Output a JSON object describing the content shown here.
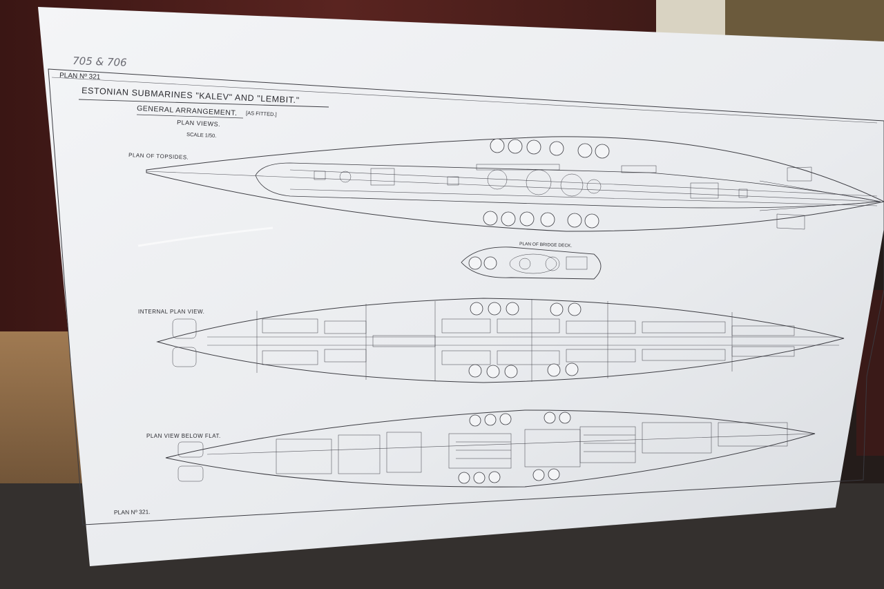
{
  "handwritten_note": "705 & 706",
  "plan_number_top": "PLAN Nº 321",
  "title": "ESTONIAN SUBMARINES \"KALEV\" AND \"LEMBIT.\"",
  "subtitle": "GENERAL ARRANGEMENT.",
  "subtitle_note": "[AS FITTED.]",
  "plan_views_label": "PLAN VIEWS.",
  "scale_label": "SCALE 1/50.",
  "views": {
    "topsides": "PLAN OF TOPSIDES.",
    "bridge_deck": "PLAN OF BRIDGE DECK.",
    "internal": "INTERNAL PLAN VIEW.",
    "below_flat": "PLAN VIEW BELOW FLAT."
  },
  "plan_number_bottom": "PLAN Nº 321.",
  "colors": {
    "background": "#2a2220",
    "curtain": "#4a1f1c",
    "board": "#eceef1",
    "ink": "#2b2b30",
    "shelf_wood": "#8a6a4a"
  }
}
